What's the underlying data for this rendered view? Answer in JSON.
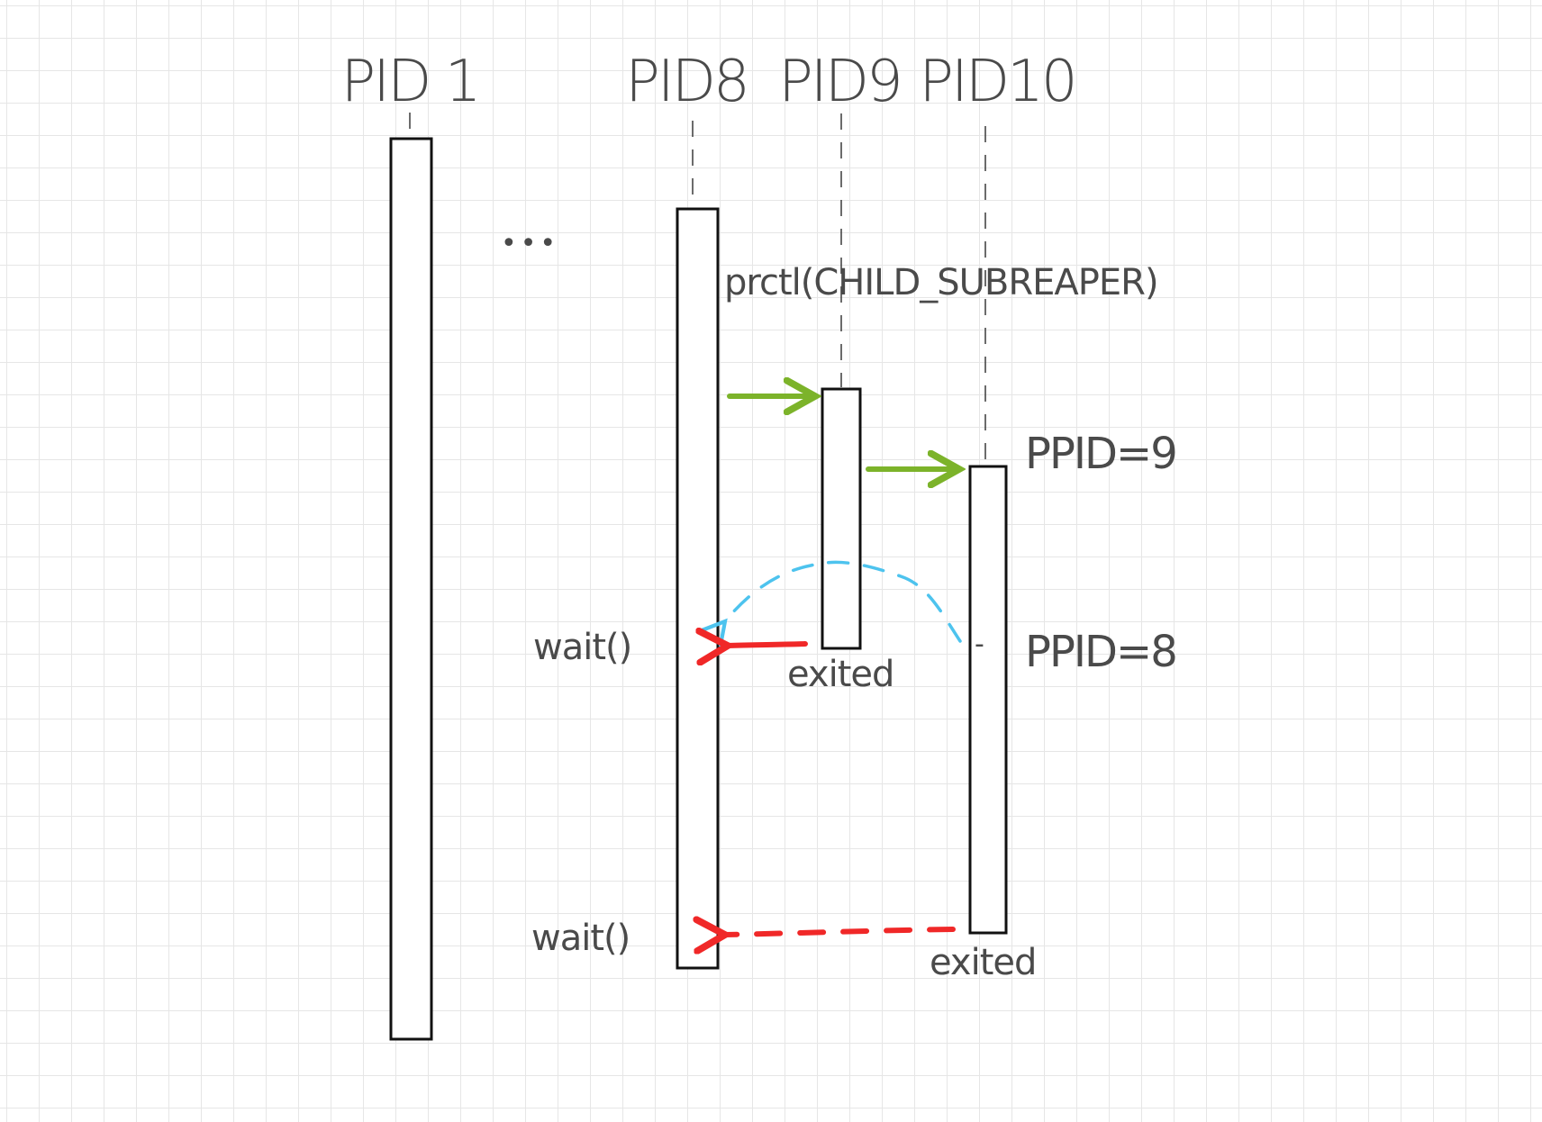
{
  "processes": [
    {
      "id": "pid1",
      "label": "PID 1"
    },
    {
      "id": "pid8",
      "label": "PID8"
    },
    {
      "id": "pid9",
      "label": "PID9"
    },
    {
      "id": "pid10",
      "label": "PID10"
    }
  ],
  "labels": {
    "ellipsis": "•••",
    "prctl": "prctl(CHILD_SUBREAPER)",
    "ppid_before": "PPID=9",
    "ppid_after": "PPID=8",
    "wait_first": "wait()",
    "wait_second": "wait()",
    "exited_pid9": "exited",
    "exited_pid10": "exited",
    "tick": "-"
  },
  "colors": {
    "fork_arrow": "#7cb32a",
    "exit_signal": "#f02828",
    "reparent": "#4dc3ee",
    "text": "#4a4a4a",
    "bar_border": "#111111",
    "grid": "#e6e6e6"
  }
}
